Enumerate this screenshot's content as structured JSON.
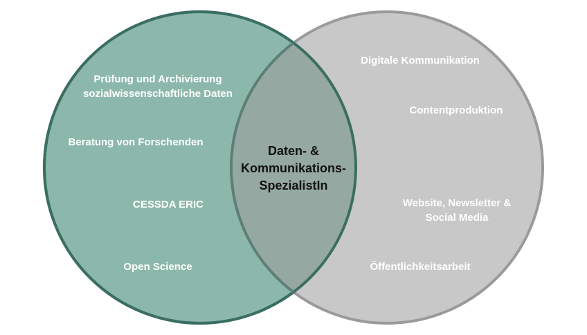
{
  "colors": {
    "left_fill": "#8cb8ab",
    "left_stroke": "#3b6e62",
    "right_fill": "#c8c8c8",
    "right_stroke": "#9a9a9a",
    "overlap_fill": "#95a8a1",
    "label_text": "#ffffff",
    "center_text": "#111111"
  },
  "left": {
    "items": [
      "Prüfung und Archivierung",
      "sozialwissenschaftliche Daten",
      "Beratung von Forschenden",
      "CESSDA ERIC",
      "Open Science"
    ]
  },
  "right": {
    "items": [
      "Digitale Kommunikation",
      "Contentproduktion",
      "Website, Newsletter &",
      "Social Media",
      "Öffentlichkeitsarbeit"
    ]
  },
  "center": {
    "lines": [
      "Daten- &",
      "Kommunikations-",
      "SpezialistIn"
    ]
  }
}
